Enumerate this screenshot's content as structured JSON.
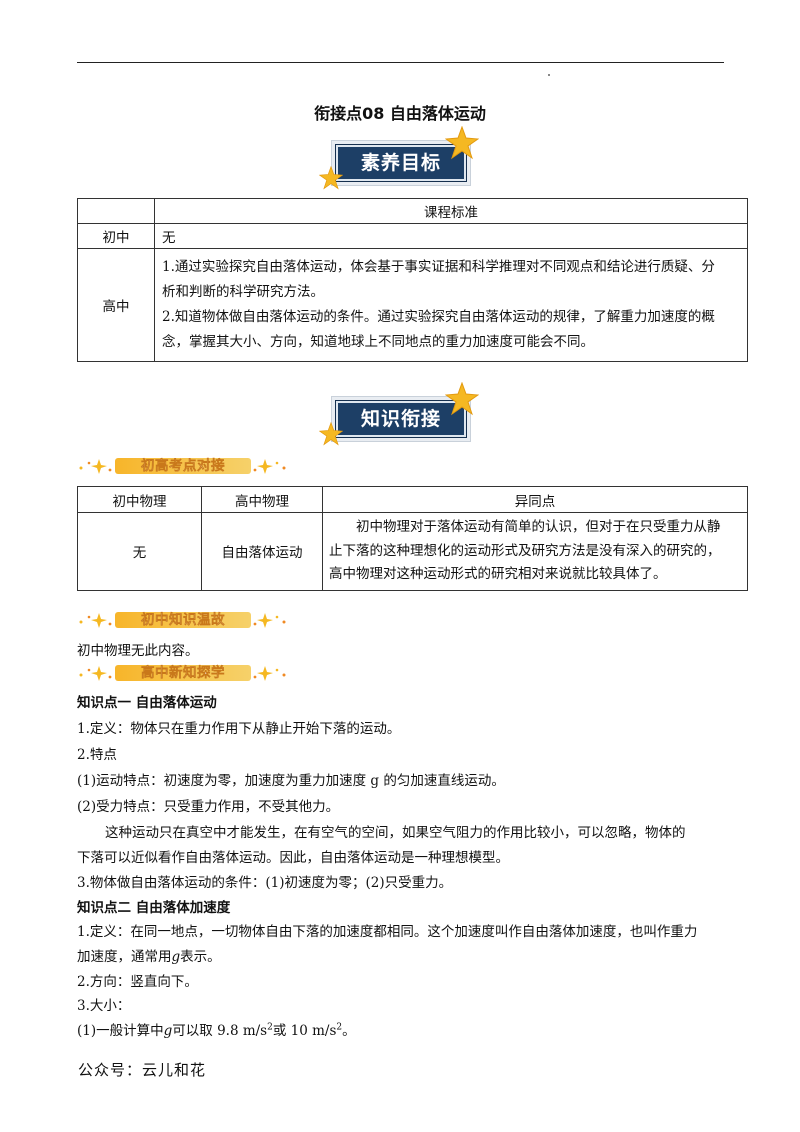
{
  "doc": {
    "title": "衔接点08  自由落体运动"
  },
  "banners": {
    "goal": "素养目标",
    "knowledge": "知识衔接"
  },
  "table1": {
    "header": "课程标准",
    "rows": [
      {
        "key": "初中",
        "value": "无"
      },
      {
        "key": "高中",
        "lines": [
          "1.通过实验探究自由落体运动，体会基于事实证据和科学推理对不同观点和结论进行质疑、分",
          "析和判断的科学研究方法。",
          "2.知道物体做自由落体运动的条件。通过实验探究自由落体运动的规律，了解重力加速度的概",
          "念，掌握其大小、方向，知道地球上不同地点的重力加速度可能会不同。"
        ]
      }
    ]
  },
  "sections": {
    "compare": "初高考点对接",
    "review": "初中知识温故",
    "explore": "高中新知探学"
  },
  "table2": {
    "headers": [
      "初中物理",
      "高中物理",
      "异同点"
    ],
    "row": {
      "junior": "无",
      "senior": "自由落体运动",
      "diff_lines": [
        "初中物理对于落体运动有简单的认识，但对于在只受重力从静",
        "止下落的这种理想化的运动形式及研究方法是没有深入的研究的，",
        "高中物理对这种运动形式的研究相对来说就比较具体了。"
      ]
    }
  },
  "review_text": "初中物理无此内容。",
  "content": {
    "kp1_title": "知识点一  自由落体运动",
    "kp1_def": "1.定义：物体只在重力作用下从静止开始下落的运动。",
    "kp1_feat": "2.特点",
    "kp1_motion": "(1)运动特点：初速度为零，加速度为重力加速度 g 的匀加速直线运动。",
    "kp1_force": "(2)受力特点：只受重力作用，不受其他力。",
    "kp1_note1": "这种运动只在真空中才能发生，在有空气的空间，如果空气阻力的作用比较小，可以忽略，物体的",
    "kp1_note2": "下落可以近似看作自由落体运动。因此，自由落体运动是一种理想模型。",
    "kp1_cond": "3.物体做自由落体运动的条件：(1)初速度为零；(2)只受重力。",
    "kp2_title": "知识点二  自由落体加速度",
    "kp2_def1": "1.定义：在同一地点，一切物体自由下落的加速度都相同。这个加速度叫作自由落体加速度，也叫作重力",
    "kp2_def2_a": "加速度，通常用",
    "kp2_def2_g": "g",
    "kp2_def2_b": "表示。",
    "kp2_dir": "2.方向：竖直向下。",
    "kp2_size": "3.大小：",
    "kp2_val_a": "(1)一般计算中",
    "kp2_val_g": "g",
    "kp2_val_b": "可以取 9.8 m/s",
    "kp2_val_sup1": "2",
    "kp2_val_c": "或 10 m/s",
    "kp2_val_sup2": "2",
    "kp2_val_d": "。"
  },
  "footer": "公众号：云儿和花",
  "colors": {
    "banner_navy": "#1d3f66",
    "star_gold": "#f5b822",
    "label_orange": "#f7b52a"
  }
}
